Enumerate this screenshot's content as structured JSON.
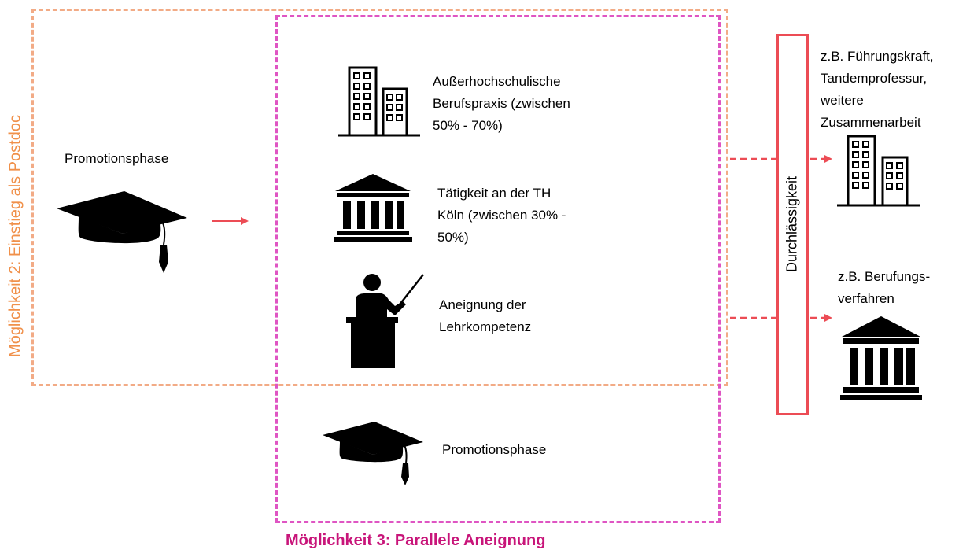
{
  "left": {
    "phase_label": "Promotionsphase",
    "vertical_label": "Möglichkeit 2: Einstieg als Postdoc"
  },
  "middle": {
    "items": [
      {
        "lines": [
          "Außerhochschulische",
          "Berufspraxis (zwischen",
          "50% - 70%)"
        ],
        "icon": "office-buildings-icon"
      },
      {
        "lines": [
          "Tätigkeit an der TH",
          "Köln (zwischen 30% -",
          "50%)"
        ],
        "icon": "university-building-icon"
      },
      {
        "lines": [
          "Aneignung der",
          "Lehrkompetenz"
        ],
        "icon": "teacher-lectern-icon"
      }
    ],
    "bottom_phase_label": "Promotionsphase"
  },
  "bottom_title": "Möglichkeit 3: Parallele Aneignung",
  "durchlaessigkeit_label": "Durchlässigkeit",
  "right": {
    "top_lines": [
      "z.B. Führungskraft,",
      "Tandemprofessur,",
      "weitere",
      "Zusammenarbeit"
    ],
    "bottom_lines": [
      "z.B. Berufungs-",
      "verfahren"
    ]
  },
  "colors": {
    "orange_border": "#f2ab86",
    "orange_text": "#f0904a",
    "pink_border": "#df55c3",
    "pink_text": "#c8157a",
    "red": "#ec4c55",
    "icon": "#000000"
  }
}
